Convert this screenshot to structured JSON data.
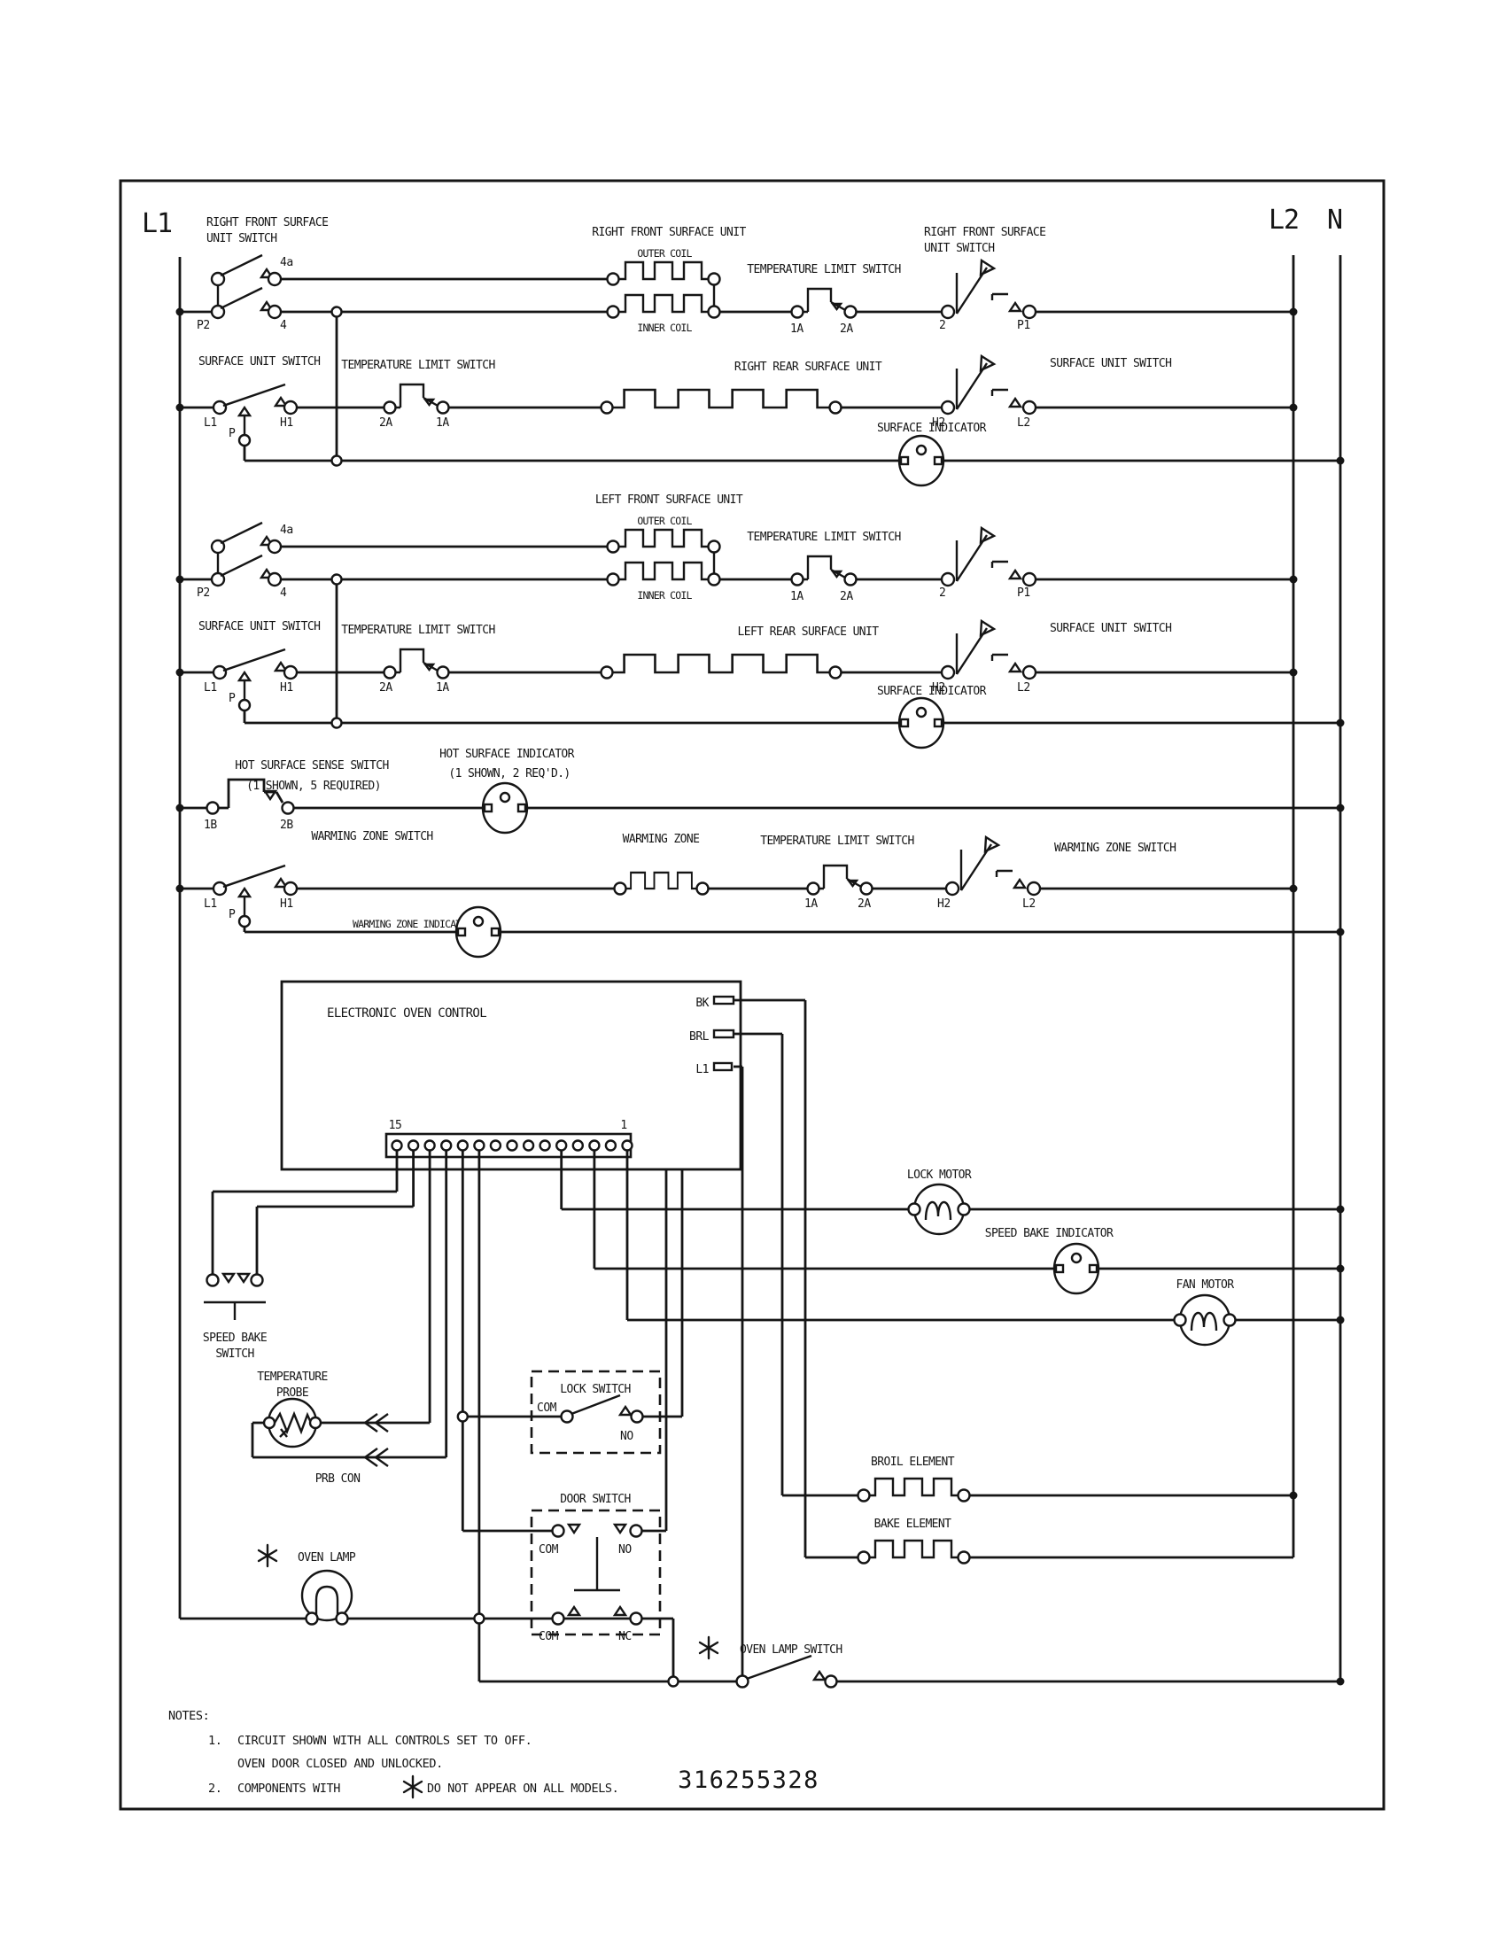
{
  "colors": {
    "ink": "#151515",
    "paper": "#ffffff"
  },
  "rails": {
    "l1": "L1",
    "l2": "L2",
    "n": "N"
  },
  "shared": {
    "tls": "TEMPERATURE LIMIT SWITCH",
    "sus": "SURFACE UNIT SWITCH",
    "surface_indicator": "SURFACE INDICATOR",
    "outer": "OUTER COIL",
    "inner": "INNER COIL",
    "com": "COM",
    "no": "NO",
    "nc": "NC",
    "t_1a": "1A",
    "t_2a": "2A",
    "t_l1": "L1",
    "t_p": "P",
    "t_h1": "H1",
    "t_h2": "H2",
    "t_l2": "L2",
    "t_p2": "P2",
    "t_4a": "4a",
    "t_4": "4",
    "t_2": "2",
    "t_p1": "P1",
    "t_1b": "1B",
    "t_2b": "2B",
    "t_15": "15",
    "t_1": "1"
  },
  "sections": {
    "rf": {
      "title1": "RIGHT FRONT SURFACE",
      "title2": "UNIT SWITCH",
      "unit": "RIGHT FRONT SURFACE UNIT"
    },
    "rr": {
      "unit": "RIGHT REAR SURFACE UNIT"
    },
    "lf": {
      "unit": "LEFT FRONT SURFACE UNIT"
    },
    "lr": {
      "unit": "LEFT REAR SURFACE UNIT"
    },
    "hs": {
      "sw_title": "HOT SURFACE SENSE SWITCH",
      "sw_sub": "(1 SHOWN, 5 REQUIRED)",
      "ind_title": "HOT SURFACE INDICATOR",
      "ind_sub": "(1 SHOWN, 2 REQ'D.)"
    },
    "wz": {
      "sw_title": "WARMING ZONE SWITCH",
      "unit": "WARMING ZONE",
      "ind": "WARMING ZONE INDICATOR"
    },
    "eoc": {
      "title": "ELECTRONIC OVEN CONTROL",
      "bk": "BK",
      "brl": "BRL",
      "l1": "L1"
    },
    "bottom": {
      "lock_motor": "LOCK MOTOR",
      "speed_bake_indicator": "SPEED BAKE INDICATOR",
      "fan_motor": "FAN MOTOR",
      "speed_bake1": "SPEED BAKE",
      "speed_bake2": "SWITCH",
      "probe1": "TEMPERATURE",
      "probe2": "PROBE",
      "prb_con": "PRB CON",
      "lock_switch": "LOCK SWITCH",
      "door_switch": "DOOR SWITCH",
      "oven_lamp": "OVEN LAMP",
      "oven_lamp_switch": "OVEN LAMP SWITCH",
      "broil": "BROIL ELEMENT",
      "bake": "BAKE ELEMENT"
    }
  },
  "notes": {
    "heading": "NOTES:",
    "n1": "1.",
    "line1": "CIRCUIT SHOWN WITH ALL CONTROLS SET TO OFF.",
    "line2": "OVEN DOOR CLOSED AND UNLOCKED.",
    "n2": "2.",
    "line3a": "COMPONENTS WITH",
    "line3b": "DO NOT APPEAR ON ALL MODELS.",
    "part_number": "316255328"
  }
}
